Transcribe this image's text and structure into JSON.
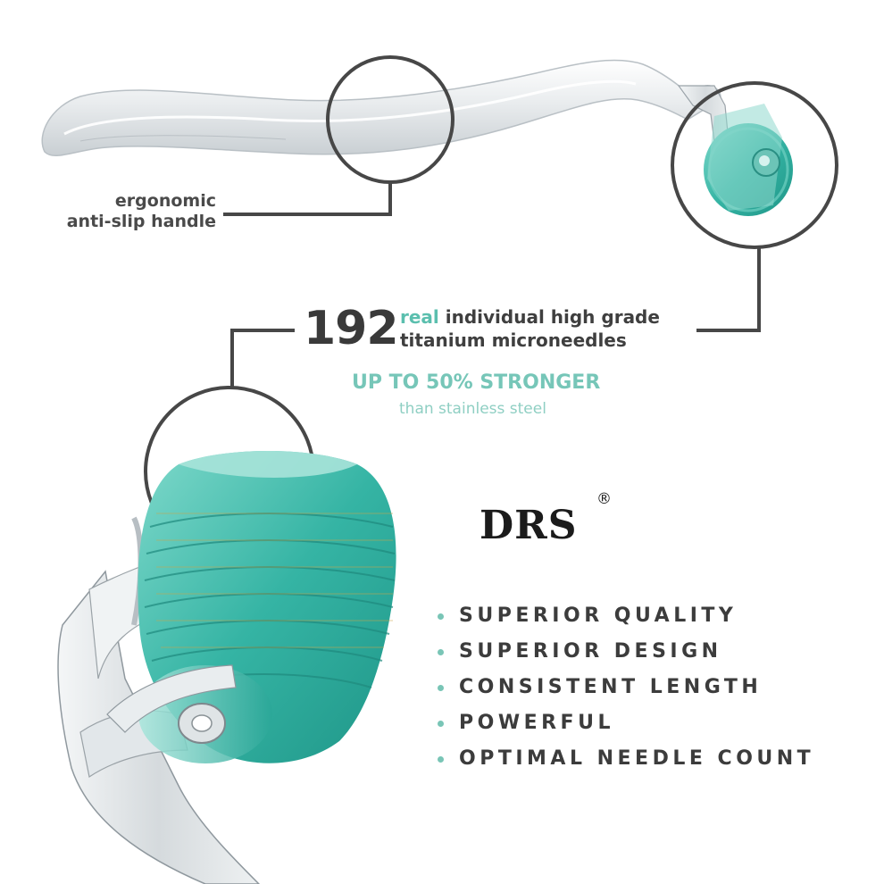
{
  "callouts": {
    "handle_line1": "ergonomic",
    "handle_line2": "anti-slip handle"
  },
  "needles": {
    "count": "192",
    "accent_word": "real",
    "line1_rest": " individual high grade",
    "line2": "titanium microneedles"
  },
  "strength": {
    "headline": "UP TO 50% STRONGER",
    "subline": "than stainless steel"
  },
  "brand": {
    "name": "DRS",
    "registered_mark": "®"
  },
  "features": [
    "SUPERIOR QUALITY",
    "SUPERIOR DESIGN",
    "CONSISTENT LENGTH",
    "POWERFUL",
    "OPTIMAL NEEDLE COUNT"
  ],
  "colors": {
    "accent_teal": "#5bbfae",
    "light_teal": "#79c5b6",
    "roller_teal": "#33b3a3",
    "text_dark": "#3a3a3a",
    "callout_line": "#4a4a4a"
  }
}
